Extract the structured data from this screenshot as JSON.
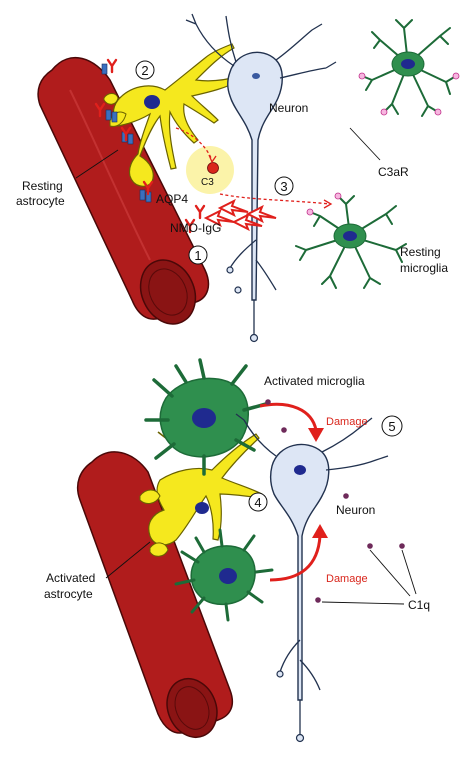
{
  "panel_top": {
    "labels": {
      "neuron": "Neuron",
      "c3ar": "C3aR",
      "resting_astrocyte_line1": "Resting",
      "resting_astrocyte_line2": "astrocyte",
      "aqp4": "AQP4",
      "c3": "C3",
      "nmo_igg": "NMO-IgG",
      "resting_microglia_line1": "Resting",
      "resting_microglia_line2": "microglia"
    },
    "step_numbers": [
      "1",
      "2",
      "3"
    ]
  },
  "panel_bottom": {
    "labels": {
      "activated_microglia": "Activated microglia",
      "damage_top": "Damage",
      "damage_bottom": "Damage",
      "neuron": "Neuron",
      "activated_astrocyte_line1": "Activated",
      "activated_astrocyte_line2": "astrocyte",
      "c1q": "C1q"
    },
    "step_numbers": [
      "4",
      "5"
    ]
  },
  "colors": {
    "vessel": "#b01c1c",
    "vessel_dark": "#7a0f0f",
    "astrocyte": "#f5e81e",
    "microglia": "#2f8f4e",
    "microglia_dark": "#1d6b38",
    "nucleus": "#1f2a8f",
    "neuron": "#dde6f5",
    "arrow_red": "#e0201c",
    "c3_dot": "#d9261c",
    "c1q_dot": "#6e2a5a"
  },
  "icons": [
    "antibody-icon",
    "aqp4-channel-icon",
    "c3-molecule-icon",
    "c1q-molecule-icon",
    "c3ar-receptor-icon"
  ]
}
